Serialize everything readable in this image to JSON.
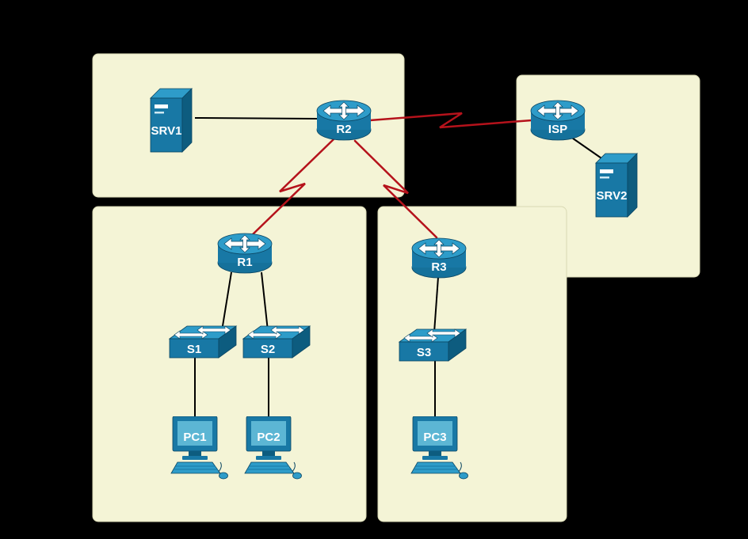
{
  "colors": {
    "background": "#000000",
    "area_fill": "#f4f4d6",
    "serial_link": "#b5121b",
    "ethernet_link": "#000000",
    "device_primary": "#1878a5",
    "device_light": "#2e9cc9",
    "device_dark": "#0d5c7f",
    "label_text": "#ffffff"
  },
  "areas": [
    {
      "position": "top-left"
    },
    {
      "position": "right"
    },
    {
      "position": "bottom-left"
    },
    {
      "position": "bottom-center"
    }
  ],
  "devices": [
    {
      "id": "srv1",
      "type": "server",
      "label": "SRV1"
    },
    {
      "id": "r2",
      "type": "router",
      "label": "R2"
    },
    {
      "id": "isp",
      "type": "router",
      "label": "ISP"
    },
    {
      "id": "srv2",
      "type": "server",
      "label": "SRV2"
    },
    {
      "id": "r1",
      "type": "router",
      "label": "R1"
    },
    {
      "id": "r3",
      "type": "router",
      "label": "R3"
    },
    {
      "id": "s1",
      "type": "switch",
      "label": "S1"
    },
    {
      "id": "s2",
      "type": "switch",
      "label": "S2"
    },
    {
      "id": "s3",
      "type": "switch",
      "label": "S3"
    },
    {
      "id": "pc1",
      "type": "pc",
      "label": "PC1"
    },
    {
      "id": "pc2",
      "type": "pc",
      "label": "PC2"
    },
    {
      "id": "pc3",
      "type": "pc",
      "label": "PC3"
    }
  ],
  "links": [
    {
      "from": "SRV1",
      "to": "R2",
      "type": "ethernet"
    },
    {
      "from": "R2",
      "to": "ISP",
      "type": "serial"
    },
    {
      "from": "R2",
      "to": "R1",
      "type": "serial"
    },
    {
      "from": "R2",
      "to": "R3",
      "type": "serial"
    },
    {
      "from": "ISP",
      "to": "SRV2",
      "type": "ethernet"
    },
    {
      "from": "R1",
      "to": "S1",
      "type": "ethernet"
    },
    {
      "from": "R1",
      "to": "S2",
      "type": "ethernet"
    },
    {
      "from": "S1",
      "to": "PC1",
      "type": "ethernet"
    },
    {
      "from": "S2",
      "to": "PC2",
      "type": "ethernet"
    },
    {
      "from": "R3",
      "to": "S3",
      "type": "ethernet"
    },
    {
      "from": "S3",
      "to": "PC3",
      "type": "ethernet"
    }
  ]
}
